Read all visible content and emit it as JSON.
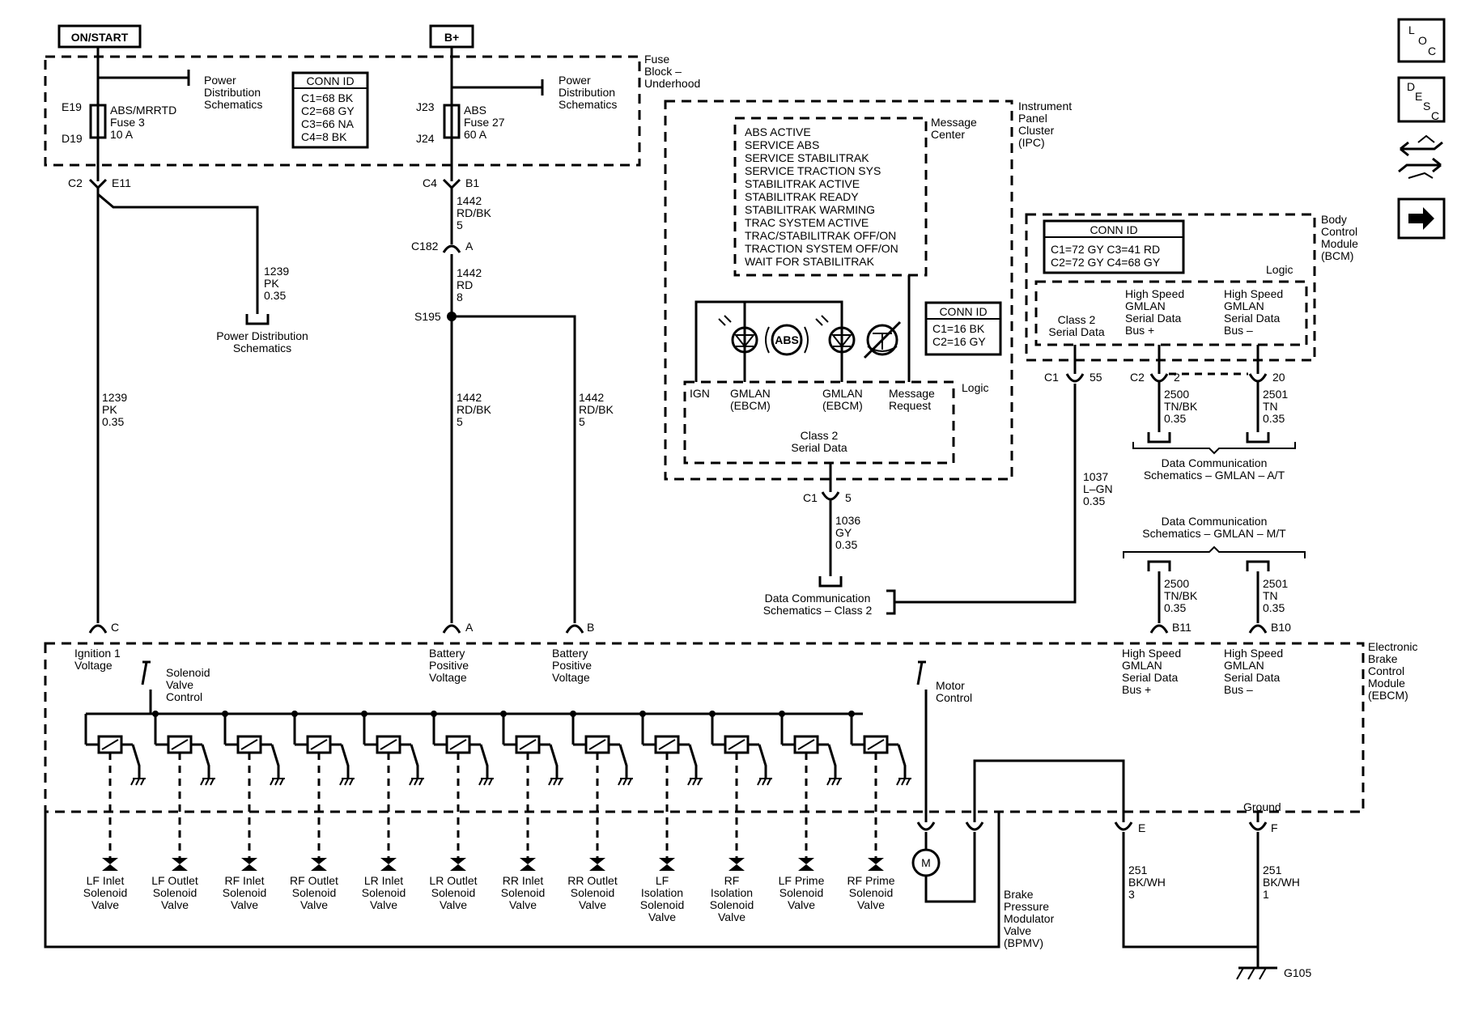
{
  "power_labels": {
    "on_start": "ON/START",
    "b_plus": "B+"
  },
  "fuse_block": {
    "label": [
      "Fuse",
      "Block –",
      "Underhood"
    ],
    "fuse1": {
      "top_pin": "E19",
      "bottom_pin": "D19",
      "name": [
        "ABS/MRRTD",
        "Fuse 3",
        "10 A"
      ]
    },
    "fuse2": {
      "top_pin": "J23",
      "bottom_pin": "J24",
      "name": [
        "ABS",
        "Fuse 27",
        "60 A"
      ]
    },
    "power_dist_1": [
      "Power",
      "Distribution",
      "Schematics"
    ],
    "power_dist_2": [
      "Power",
      "Distribution",
      "Schematics"
    ],
    "conn_id": {
      "title": "CONN ID",
      "lines": [
        "C1=68 BK",
        "C2=68 GY",
        "C3=66 NA",
        "C4=8 BK"
      ]
    }
  },
  "left_circuit": {
    "conn_c2": "C2",
    "conn_e11": "E11",
    "branch_wire": [
      "1239",
      "PK",
      "0.35"
    ],
    "branch_dest": [
      "Power Distribution",
      "Schematics"
    ],
    "main_wire": [
      "1239",
      "PK",
      "0.35"
    ],
    "ebcm_pin": "C"
  },
  "b_circuit": {
    "conn_c4": "C4",
    "conn_b1": "B1",
    "wire1": [
      "1442",
      "RD/BK",
      "5"
    ],
    "conn_c182": "C182",
    "conn_a": "A",
    "wire2": [
      "1442",
      "RD",
      "8"
    ],
    "splice": "S195",
    "wire3": [
      "1442",
      "RD/BK",
      "5"
    ],
    "wire4": [
      "1442",
      "RD/BK",
      "5"
    ],
    "pin_a": "A",
    "pin_b": "B"
  },
  "ipc": {
    "label": [
      "Instrument",
      "Panel",
      "Cluster",
      "(IPC)"
    ],
    "message_center_label": [
      "Message",
      "Center"
    ],
    "messages": [
      "ABS ACTIVE",
      "SERVICE ABS",
      "SERVICE STABILITRAK",
      "SERVICE TRACTION SYS",
      "STABILITRAK ACTIVE",
      "STABILITRAK READY",
      "STABILITRAK WARMING",
      "TRAC SYSTEM ACTIVE",
      "TRAC/STABILITRAK OFF/ON",
      "TRACTION SYSTEM OFF/ON",
      "WAIT FOR STABILITRAK"
    ],
    "abs_symbol": "ABS",
    "conn_id": {
      "title": "CONN ID",
      "lines": [
        "C1=16 BK",
        "C2=16 GY"
      ]
    },
    "logic_label": "Logic",
    "inputs": {
      "ign": "IGN",
      "gmlan1": [
        "GMLAN",
        "(EBCM)"
      ],
      "gmlan2": [
        "GMLAN",
        "(EBCM)"
      ],
      "msg_req": [
        "Message",
        "Request"
      ]
    },
    "class2": [
      "Class 2",
      "Serial Data"
    ],
    "conn": "C1",
    "pin": "5",
    "wire": [
      "1036",
      "GY",
      "0.35"
    ],
    "data_comm": [
      "Data Communication",
      "Schematics – Class 2"
    ]
  },
  "bcm": {
    "label": [
      "Body",
      "Control",
      "Module",
      "(BCM)"
    ],
    "conn_id": {
      "title": "CONN ID",
      "lines": [
        "C1=72 GY  C3=41 RD",
        "C2=72 GY  C4=68 GY"
      ]
    },
    "logic_label": "Logic",
    "class2": [
      "Class 2",
      "Serial Data"
    ],
    "gmlan_plus": [
      "High Speed",
      "GMLAN",
      "Serial Data",
      "Bus +"
    ],
    "gmlan_minus": [
      "High Speed",
      "GMLAN",
      "Serial Data",
      "Bus –"
    ],
    "c1": "C1",
    "p55": "55",
    "c2": "C2",
    "p2": "2",
    "p20": "20",
    "wire_class2": [
      "1037",
      "L–GN",
      "0.35"
    ],
    "wire_2500": [
      "2500",
      "TN/BK",
      "0.35"
    ],
    "wire_2501": [
      "2501",
      "TN",
      "0.35"
    ],
    "data_comm_at": [
      "Data Communication",
      "Schematics – GMLAN – A/T"
    ],
    "data_comm_mt": [
      "Data Communication",
      "Schematics – GMLAN – M/T"
    ],
    "wire_2500_mt": [
      "2500",
      "TN/BK",
      "0.35"
    ],
    "wire_2501_mt": [
      "2501",
      "TN",
      "0.35"
    ],
    "p_b11": "B11",
    "p_b10": "B10"
  },
  "ebcm": {
    "label": [
      "Electronic",
      "Brake",
      "Control",
      "Module",
      "(EBCM)"
    ],
    "ign_voltage": [
      "Ignition 1",
      "Voltage"
    ],
    "batt1": [
      "Battery",
      "Positive",
      "Voltage"
    ],
    "batt2": [
      "Battery",
      "Positive",
      "Voltage"
    ],
    "solenoid_ctrl": [
      "Solenoid",
      "Valve",
      "Control"
    ],
    "motor_ctrl": [
      "Motor",
      "Control"
    ],
    "gmlan_plus": [
      "High Speed",
      "GMLAN",
      "Serial Data",
      "Bus +"
    ],
    "gmlan_minus": [
      "High Speed",
      "GMLAN",
      "Serial Data",
      "Bus –"
    ],
    "ground": "Ground",
    "pin_e": "E",
    "pin_f": "F",
    "wire_e": [
      "251",
      "BK/WH",
      "3"
    ],
    "wire_f": [
      "251",
      "BK/WH",
      "1"
    ],
    "motor": "M",
    "ground_id": "G105"
  },
  "valves": [
    [
      "LF Inlet",
      "Solenoid",
      "Valve"
    ],
    [
      "LF Outlet",
      "Solenoid",
      "Valve"
    ],
    [
      "RF Inlet",
      "Solenoid",
      "Valve"
    ],
    [
      "RF Outlet",
      "Solenoid",
      "Valve"
    ],
    [
      "LR Inlet",
      "Solenoid",
      "Valve"
    ],
    [
      "LR Outlet",
      "Solenoid",
      "Valve"
    ],
    [
      "RR Inlet",
      "Solenoid",
      "Valve"
    ],
    [
      "RR Outlet",
      "Solenoid",
      "Valve"
    ],
    [
      "LF",
      "Isolation",
      "Solenoid",
      "Valve"
    ],
    [
      "RF",
      "Isolation",
      "Solenoid",
      "Valve"
    ],
    [
      "LF Prime",
      "Solenoid",
      "Valve"
    ],
    [
      "RF Prime",
      "Solenoid",
      "Valve"
    ]
  ],
  "bpmv": [
    "Brake",
    "Pressure",
    "Modulator",
    "Valve",
    "(BPMV)"
  ],
  "nav": {
    "loc": [
      "L",
      "O",
      "C"
    ],
    "desc": [
      "D",
      "E",
      "S",
      "C"
    ]
  }
}
